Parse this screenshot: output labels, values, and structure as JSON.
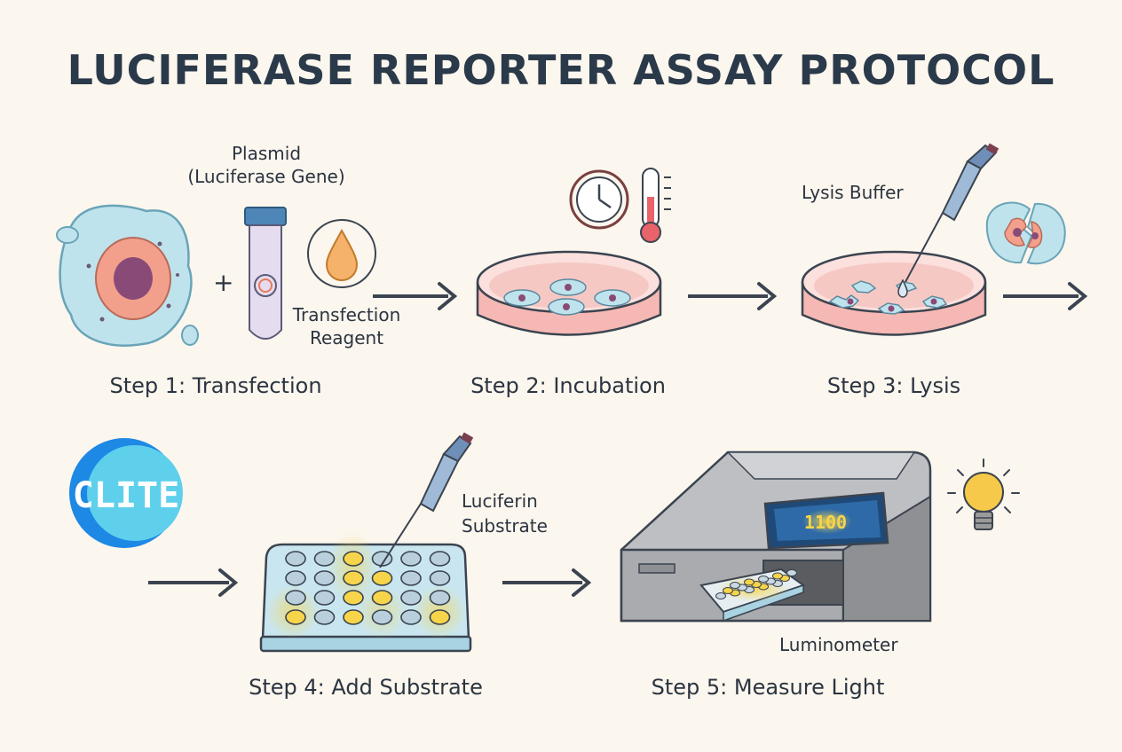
{
  "title": "LUCIFERASE REPORTER ASSAY PROTOCOL",
  "labels": {
    "plasmid": "Plasmid",
    "plasmid_sub": "(Luciferase Gene)",
    "plus": "+",
    "transfection_reagent_1": "Transfection",
    "transfection_reagent_2": "Reagent",
    "lysis_buffer": "Lysis Buffer",
    "luciferin_1": "Luciferin",
    "luciferin_2": "Substrate",
    "luminometer": "Luminometer",
    "logo_text": "CLITE",
    "display_reading": "1100"
  },
  "steps": [
    "Step 1: Transfection",
    "Step 2: Incubation",
    "Step 3: Lysis",
    "Step 4: Add Substrate",
    "Step 5: Measure Light"
  ],
  "colors": {
    "title": "#2b3a4a",
    "cell": "#bfe3ec",
    "nucleus": "#f2a08c",
    "nucleolus": "#8a4a78",
    "dish_media": "#f6b8b4",
    "arrow": "#3b4450",
    "glow": "#f7d54a",
    "logo": "#1e88e5"
  },
  "icons": [
    "cell-icon",
    "test-tube-icon",
    "droplet-icon",
    "clock-icon",
    "thermometer-icon",
    "petri-dish-icon",
    "pipette-icon",
    "lysed-cell-icon",
    "well-plate-icon",
    "luminometer-icon",
    "light-bulb-icon",
    "arrow-icon"
  ]
}
